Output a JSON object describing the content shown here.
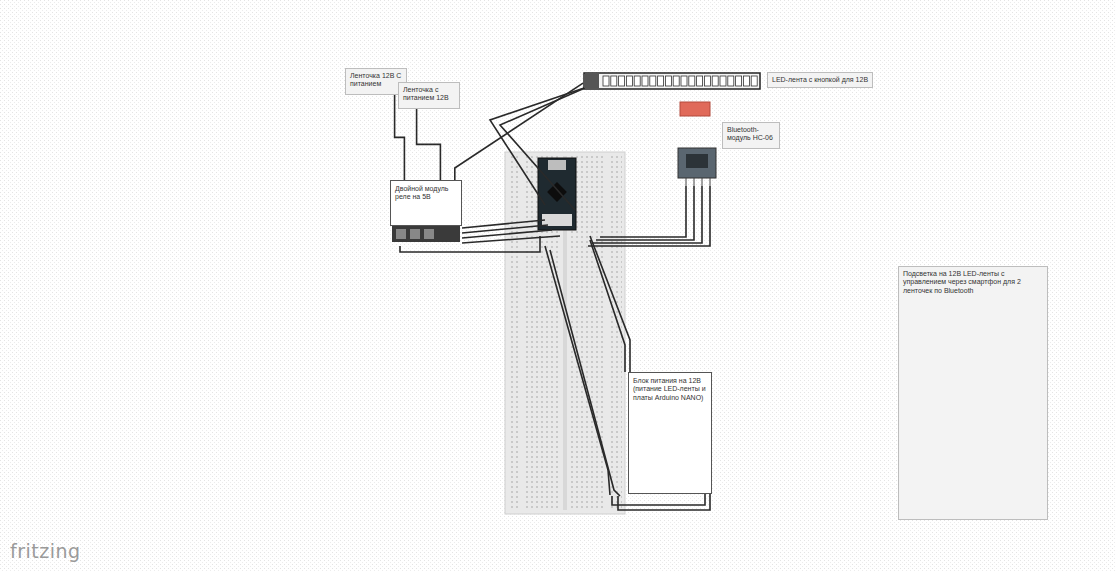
{
  "diagram": {
    "nodes": [
      {
        "text": [
          "Ленточка 12В С питанием"
        ]
      },
      {
        "text": [
          "Ленточка с питанием 12В"
        ]
      },
      {
        "text": [
          "LED-лента с кнопкой для 12В"
        ]
      },
      {
        "text": [
          "Bluetooth-модуль HC-06"
        ]
      },
      {
        "text": [
          "Двойной модуль реле на 5В"
        ]
      },
      {
        "text": [
          "Блок питания на 12В (питание LED-ленты и платы Arduino NANO)"
        ]
      },
      {
        "text": [
          "Подсветка на 12В LED-ленты с управлением через смартфон для 2 ленточек по Bluetooth"
        ]
      }
    ],
    "edges": [
      {
        "from": 0,
        "to": 4,
        "arrow": "none"
      },
      {
        "from": 1,
        "to": 4,
        "arrow": "none"
      },
      {
        "from": 4,
        "to": 2,
        "arrow": "none"
      }
    ],
    "labels": [
      "fritzing"
    ]
  }
}
